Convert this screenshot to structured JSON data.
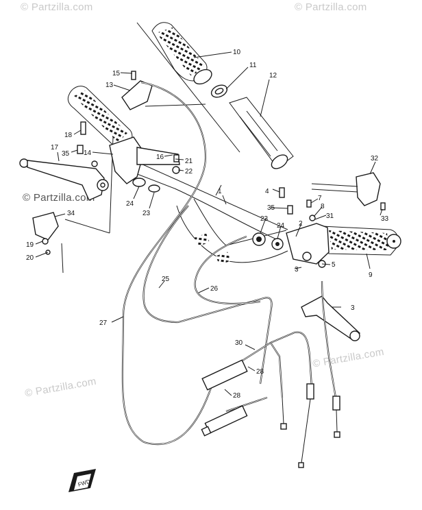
{
  "watermarks": {
    "top_left": "© Partzilla.com",
    "top_right": "© Partzilla.com",
    "mid_left": "© Partzilla.com",
    "mid_right": "© Partzilla.com",
    "bottom_left": "© Partzilla.com"
  },
  "fwd_mark": "FWD",
  "callouts": [
    {
      "id": "c2",
      "label": "2"
    },
    {
      "id": "c3a",
      "label": "3"
    },
    {
      "id": "c3b",
      "label": "3"
    },
    {
      "id": "c4",
      "label": "4"
    },
    {
      "id": "c5",
      "label": "5"
    },
    {
      "id": "c7",
      "label": "7"
    },
    {
      "id": "c8",
      "label": "8"
    },
    {
      "id": "c9",
      "label": "9"
    },
    {
      "id": "c10",
      "label": "10"
    },
    {
      "id": "c11",
      "label": "11"
    },
    {
      "id": "c12",
      "label": "12"
    },
    {
      "id": "c13",
      "label": "13"
    },
    {
      "id": "c14",
      "label": "14"
    },
    {
      "id": "c15",
      "label": "15"
    },
    {
      "id": "c16",
      "label": "16"
    },
    {
      "id": "c17",
      "label": "17"
    },
    {
      "id": "c18",
      "label": "18"
    },
    {
      "id": "c19",
      "label": "19"
    },
    {
      "id": "c20",
      "label": "20"
    },
    {
      "id": "c21",
      "label": "21"
    },
    {
      "id": "c22",
      "label": "22"
    },
    {
      "id": "c23a",
      "label": "23"
    },
    {
      "id": "c23b",
      "label": "23"
    },
    {
      "id": "c24a",
      "label": "24"
    },
    {
      "id": "c24b",
      "label": "24"
    },
    {
      "id": "c25",
      "label": "25"
    },
    {
      "id": "c26",
      "label": "26"
    },
    {
      "id": "c27",
      "label": "27"
    },
    {
      "id": "c28a",
      "label": "28"
    },
    {
      "id": "c28b",
      "label": "28"
    },
    {
      "id": "c30",
      "label": "30"
    },
    {
      "id": "c31",
      "label": "31"
    },
    {
      "id": "c32",
      "label": "32"
    },
    {
      "id": "c33",
      "label": "33"
    },
    {
      "id": "c34",
      "label": "34"
    },
    {
      "id": "c35a",
      "label": "35"
    },
    {
      "id": "c35b",
      "label": "35"
    },
    {
      "id": "c1",
      "label": "1"
    }
  ]
}
